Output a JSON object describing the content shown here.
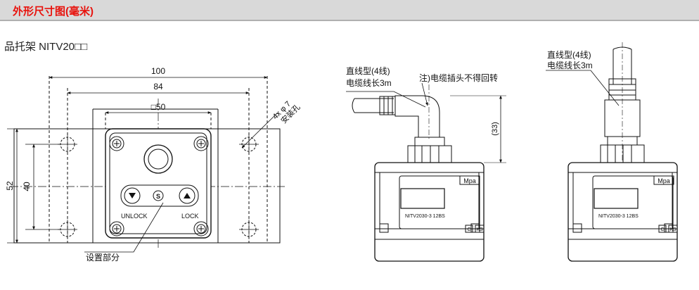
{
  "header": {
    "title": "外形尺寸图(毫米)",
    "bg_color": "#d9d9d9",
    "title_color": "#e8120c"
  },
  "subtitle": "品托架 NITV20□□",
  "front_view": {
    "dim_overall_width": "100",
    "dim_mount_pitch": "84",
    "dim_body_square": "□50",
    "dim_overall_height": "52",
    "dim_mount_height": "40",
    "hole_spec": "4x φ 7",
    "hole_label": "安装孔",
    "unlock_label": "UNLOCK",
    "lock_label": "LOCK",
    "center_button": "S",
    "setting_label": "设置部分"
  },
  "side_view_right_angle": {
    "cable_type": "直线型(4线)",
    "cable_length": "电缆线长3m",
    "note": "注)电缆插头不得回转",
    "dim_connector_height": "(33)",
    "unit_label": "Mpa",
    "model_label": "NITV2030-3 12BS",
    "badge_c": "C",
    "badge_ks": "KS"
  },
  "side_view_straight": {
    "cable_type": "直线型(4线)",
    "cable_length": "电缆线长3m",
    "unit_label": "Mpa",
    "model_label": "NITV2030-3 12BS",
    "badge_c": "C",
    "badge_ks": "KS"
  }
}
